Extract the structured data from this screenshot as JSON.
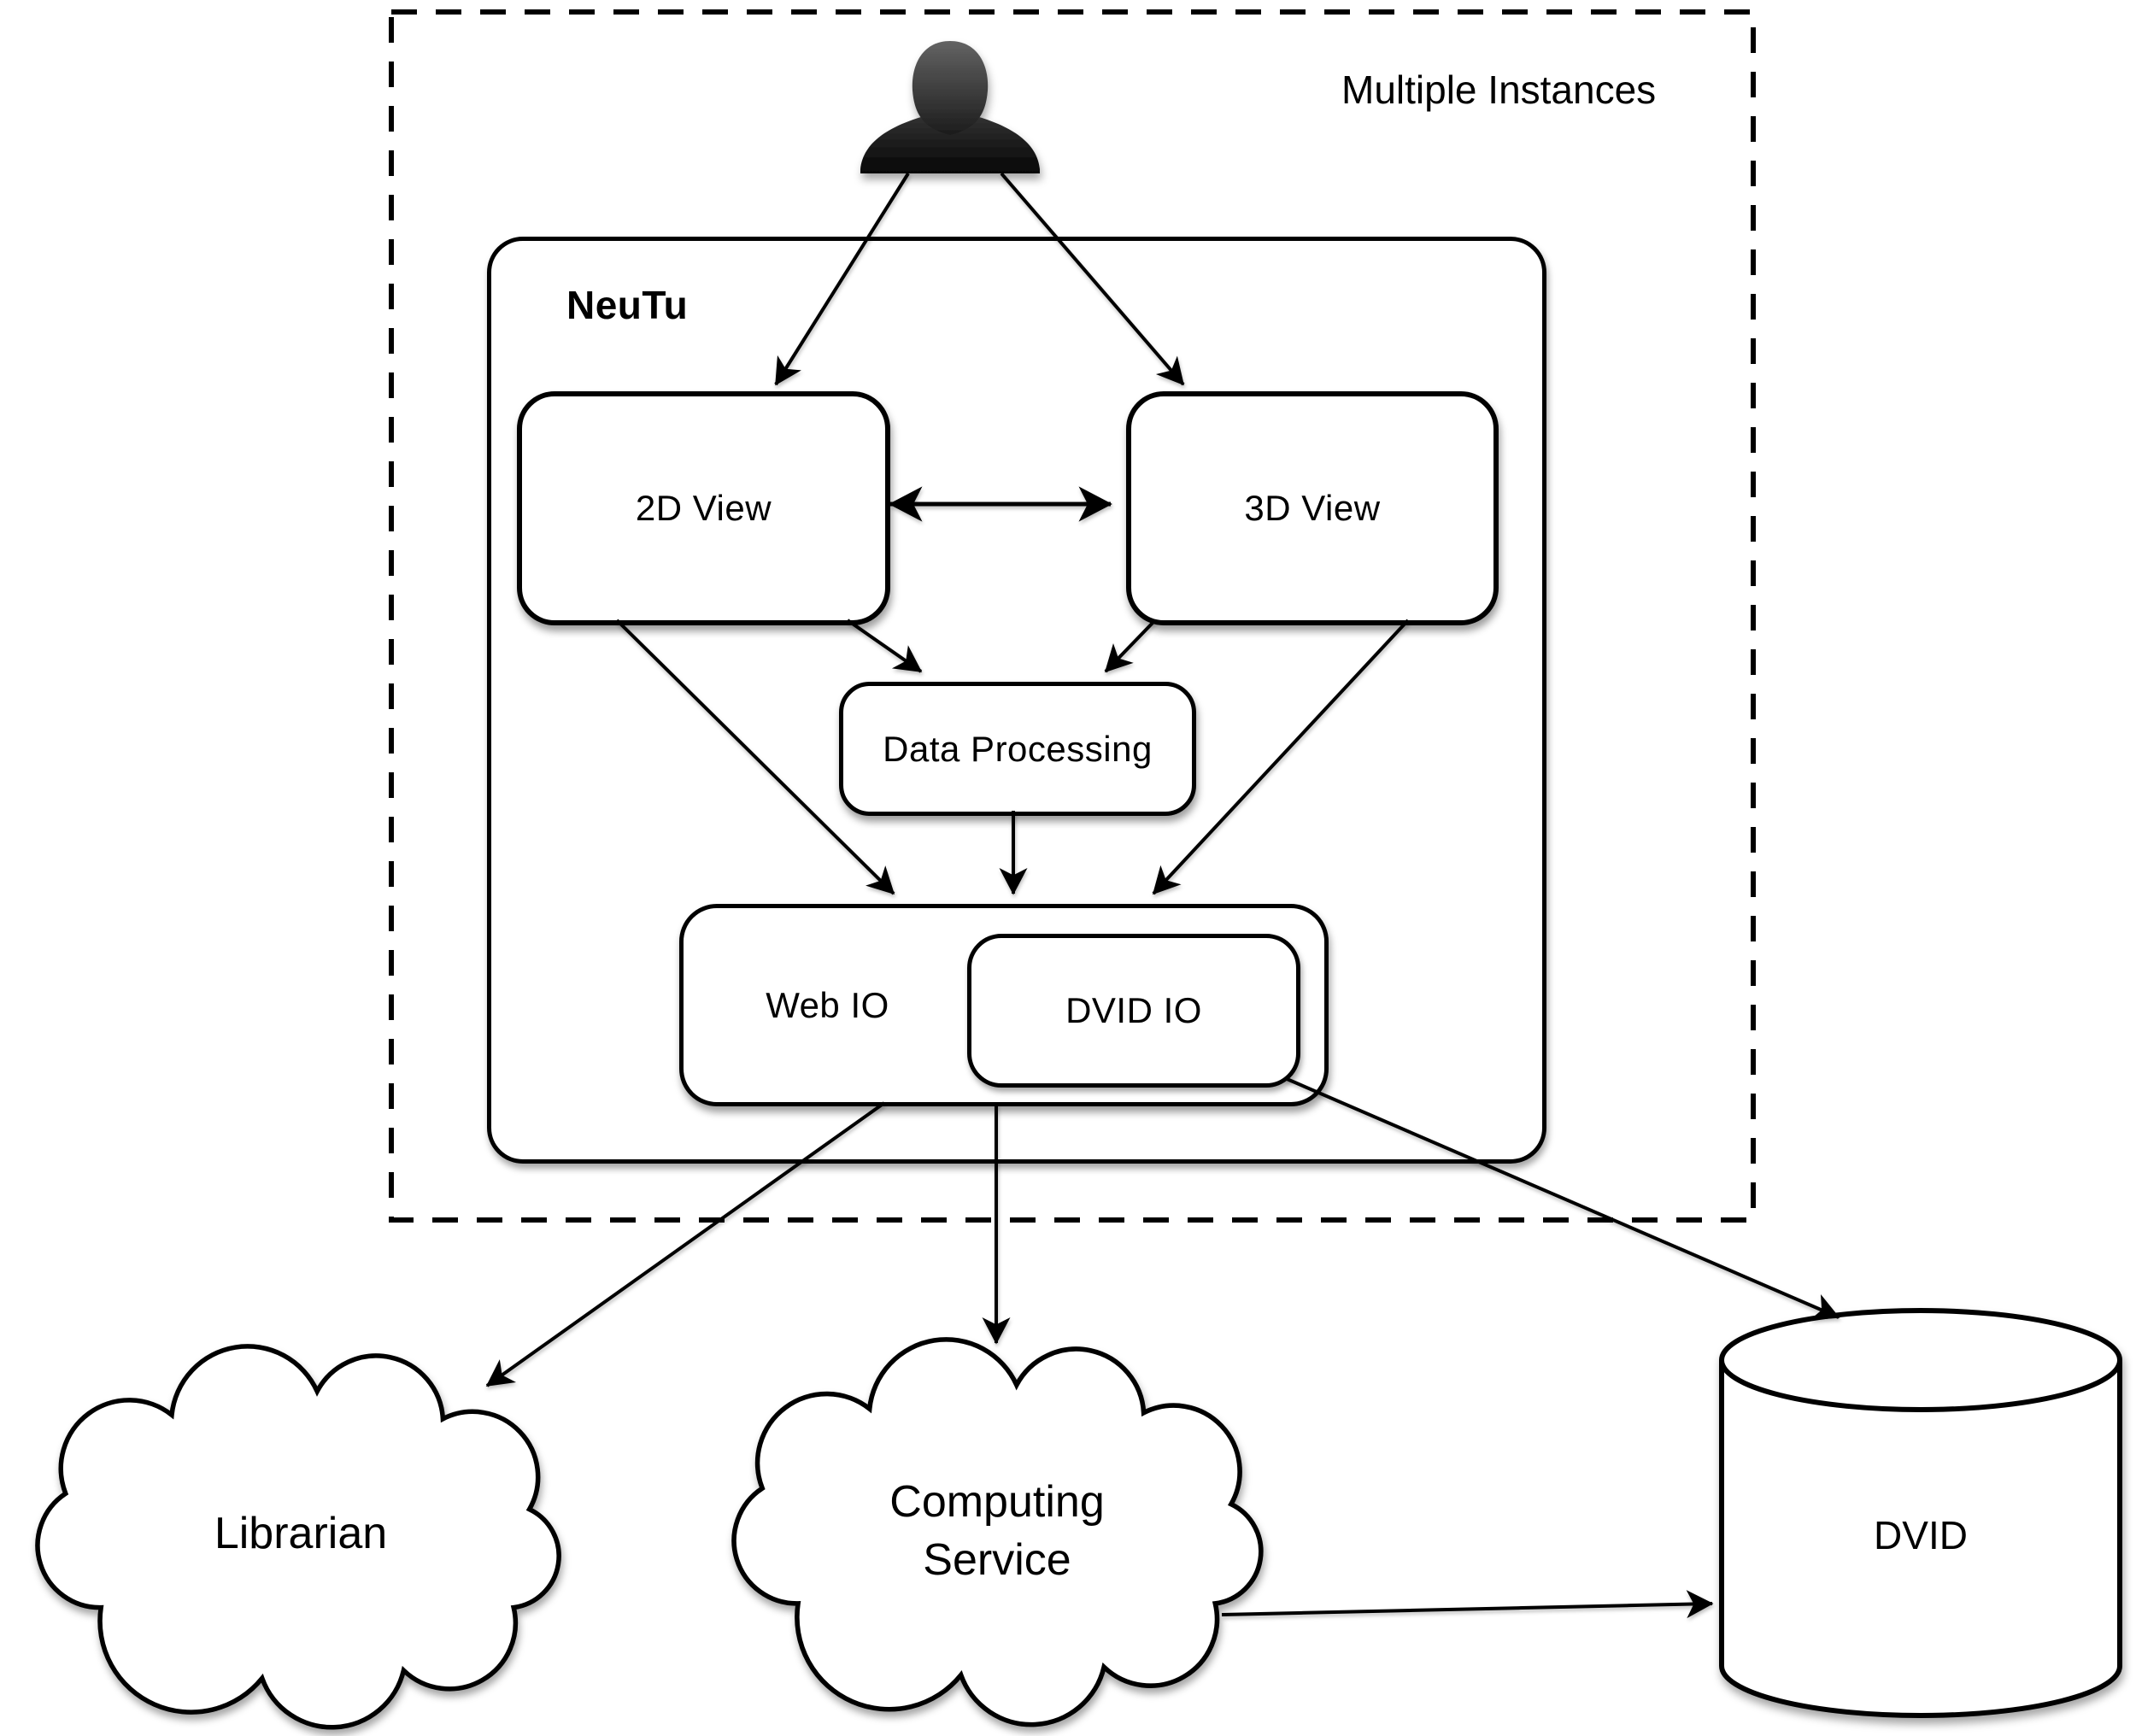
{
  "diagram": {
    "labels": {
      "multiple_instances": "Multiple Instances",
      "neutu": "NeuTu",
      "view_2d": "2D View",
      "view_3d": "3D View",
      "data_processing": "Data Processing",
      "web_io": "Web IO",
      "dvid_io": "DVID IO",
      "librarian": "Librarian",
      "computing_service": "Computing Service",
      "dvid": "DVID"
    },
    "icons": {
      "user": "user-silhouette-icon"
    },
    "colors": {
      "stroke": "#000000",
      "background": "#ffffff",
      "person_gradient_top": "#5c5c5c",
      "person_gradient_bottom": "#050505"
    }
  }
}
